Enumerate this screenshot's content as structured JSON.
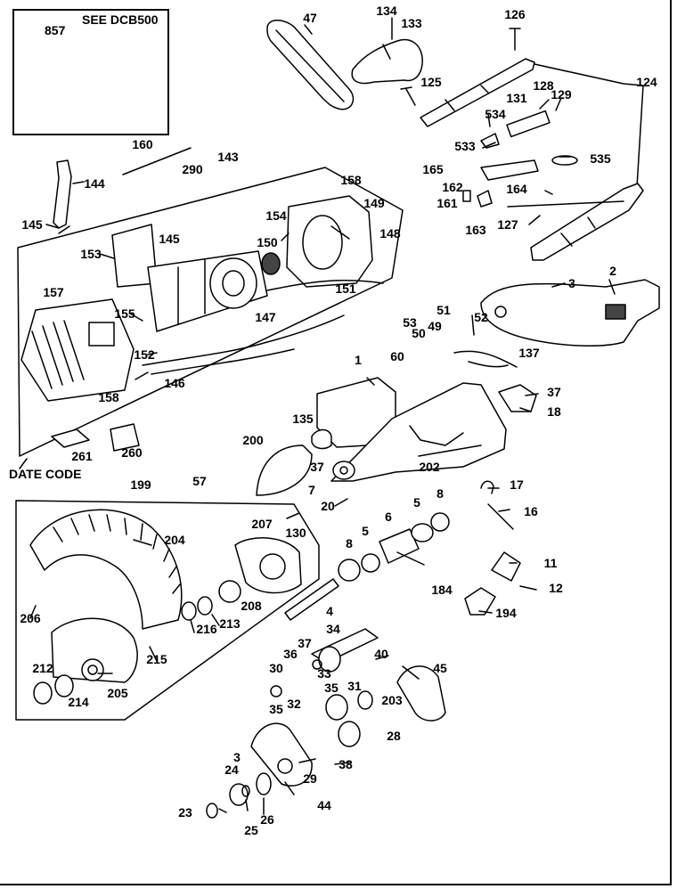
{
  "inset": {
    "note": "SEE DCB500",
    "part": "857"
  },
  "date_code": "DATE CODE",
  "callouts": [
    {
      "id": "c47",
      "text": "47"
    },
    {
      "id": "c134",
      "text": "134"
    },
    {
      "id": "c133",
      "text": "133"
    },
    {
      "id": "c126",
      "text": "126"
    },
    {
      "id": "c125",
      "text": "125"
    },
    {
      "id": "c124",
      "text": "124"
    },
    {
      "id": "c128",
      "text": "128"
    },
    {
      "id": "c129",
      "text": "129"
    },
    {
      "id": "c131",
      "text": "131"
    },
    {
      "id": "c534",
      "text": "534"
    },
    {
      "id": "c533",
      "text": "533"
    },
    {
      "id": "c165",
      "text": "165"
    },
    {
      "id": "c535",
      "text": "535"
    },
    {
      "id": "c162",
      "text": "162"
    },
    {
      "id": "c164",
      "text": "164"
    },
    {
      "id": "c161",
      "text": "161"
    },
    {
      "id": "c163",
      "text": "163"
    },
    {
      "id": "c127",
      "text": "127"
    },
    {
      "id": "c160",
      "text": "160"
    },
    {
      "id": "c290",
      "text": "290"
    },
    {
      "id": "c143",
      "text": "143"
    },
    {
      "id": "c144",
      "text": "144"
    },
    {
      "id": "c145a",
      "text": "145"
    },
    {
      "id": "c158a",
      "text": "158"
    },
    {
      "id": "c154",
      "text": "154"
    },
    {
      "id": "c149",
      "text": "149"
    },
    {
      "id": "c148",
      "text": "148"
    },
    {
      "id": "c150",
      "text": "150"
    },
    {
      "id": "c153",
      "text": "153"
    },
    {
      "id": "c145b",
      "text": "145"
    },
    {
      "id": "c151",
      "text": "151"
    },
    {
      "id": "c157",
      "text": "157"
    },
    {
      "id": "c155",
      "text": "155"
    },
    {
      "id": "c147",
      "text": "147"
    },
    {
      "id": "c152",
      "text": "152"
    },
    {
      "id": "c146",
      "text": "146"
    },
    {
      "id": "c158b",
      "text": "158"
    },
    {
      "id": "c3a",
      "text": "3"
    },
    {
      "id": "c2",
      "text": "2"
    },
    {
      "id": "c53",
      "text": "53"
    },
    {
      "id": "c51",
      "text": "51"
    },
    {
      "id": "c52",
      "text": "52"
    },
    {
      "id": "c49",
      "text": "49"
    },
    {
      "id": "c50",
      "text": "50"
    },
    {
      "id": "c60",
      "text": "60"
    },
    {
      "id": "c137",
      "text": "137"
    },
    {
      "id": "c1",
      "text": "1"
    },
    {
      "id": "c37a",
      "text": "37"
    },
    {
      "id": "c18",
      "text": "18"
    },
    {
      "id": "c135",
      "text": "135"
    },
    {
      "id": "c37b",
      "text": "37"
    },
    {
      "id": "c200",
      "text": "200"
    },
    {
      "id": "c261",
      "text": "261"
    },
    {
      "id": "c260",
      "text": "260"
    },
    {
      "id": "c202",
      "text": "202"
    },
    {
      "id": "c17",
      "text": "17"
    },
    {
      "id": "c16",
      "text": "16"
    },
    {
      "id": "c7",
      "text": "7"
    },
    {
      "id": "c20",
      "text": "20"
    },
    {
      "id": "c8a",
      "text": "8"
    },
    {
      "id": "c5a",
      "text": "5"
    },
    {
      "id": "c6",
      "text": "6"
    },
    {
      "id": "c8b",
      "text": "8"
    },
    {
      "id": "c5b",
      "text": "5"
    },
    {
      "id": "c199",
      "text": "199"
    },
    {
      "id": "c57",
      "text": "57"
    },
    {
      "id": "c207",
      "text": "207"
    },
    {
      "id": "c130",
      "text": "130"
    },
    {
      "id": "c204",
      "text": "204"
    },
    {
      "id": "c11",
      "text": "11"
    },
    {
      "id": "c12",
      "text": "12"
    },
    {
      "id": "c184",
      "text": "184"
    },
    {
      "id": "c194",
      "text": "194"
    },
    {
      "id": "c4",
      "text": "4"
    },
    {
      "id": "c208",
      "text": "208"
    },
    {
      "id": "c206",
      "text": "206"
    },
    {
      "id": "c216",
      "text": "216"
    },
    {
      "id": "c213",
      "text": "213"
    },
    {
      "id": "c34",
      "text": "34"
    },
    {
      "id": "c37c",
      "text": "37"
    },
    {
      "id": "c36",
      "text": "36"
    },
    {
      "id": "c40",
      "text": "40"
    },
    {
      "id": "c45",
      "text": "45"
    },
    {
      "id": "c215",
      "text": "215"
    },
    {
      "id": "c212",
      "text": "212"
    },
    {
      "id": "c30",
      "text": "30"
    },
    {
      "id": "c33",
      "text": "33"
    },
    {
      "id": "c35a",
      "text": "35"
    },
    {
      "id": "c31",
      "text": "31"
    },
    {
      "id": "c203",
      "text": "203"
    },
    {
      "id": "c205",
      "text": "205"
    },
    {
      "id": "c214",
      "text": "214"
    },
    {
      "id": "c35b",
      "text": "35"
    },
    {
      "id": "c32",
      "text": "32"
    },
    {
      "id": "c28",
      "text": "28"
    },
    {
      "id": "c3b",
      "text": "3"
    },
    {
      "id": "c38",
      "text": "38"
    },
    {
      "id": "c24",
      "text": "24"
    },
    {
      "id": "c29",
      "text": "29"
    },
    {
      "id": "c44",
      "text": "44"
    },
    {
      "id": "c23",
      "text": "23"
    },
    {
      "id": "c26",
      "text": "26"
    },
    {
      "id": "c25",
      "text": "25"
    }
  ]
}
